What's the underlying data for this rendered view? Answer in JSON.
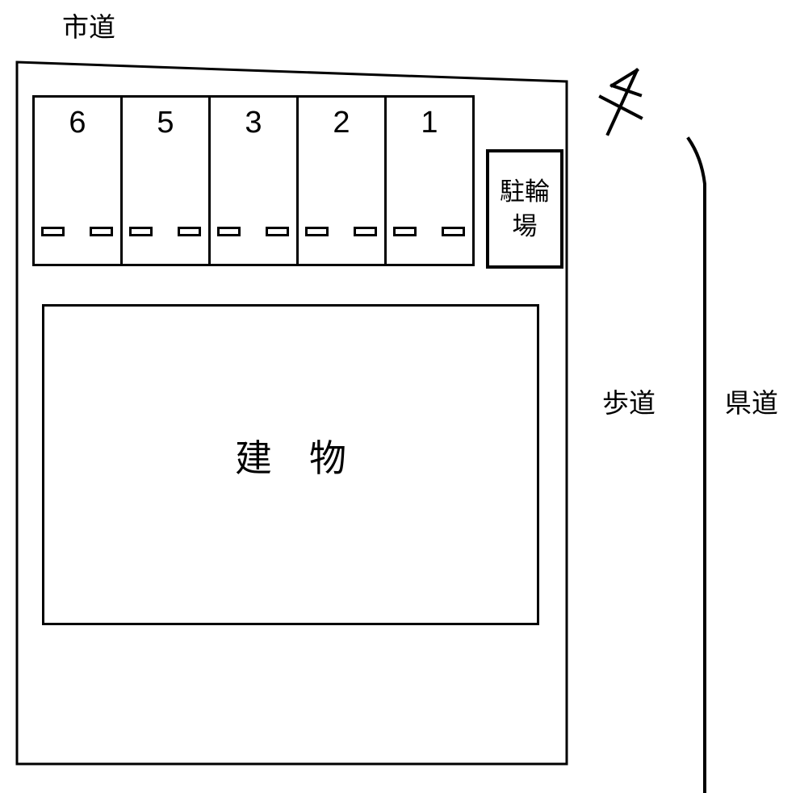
{
  "colors": {
    "line": "#000000",
    "background": "#ffffff"
  },
  "labels": {
    "city_road": "市道",
    "sidewalk": "歩道",
    "prefectural_road": "県道"
  },
  "parking": {
    "stalls": [
      {
        "number": "6"
      },
      {
        "number": "5"
      },
      {
        "number": "3"
      },
      {
        "number": "2"
      },
      {
        "number": "1"
      }
    ]
  },
  "bicycle_parking": {
    "label": "駐輪場",
    "line1": "駐輪",
    "line2": "場"
  },
  "building": {
    "label": "建　物"
  }
}
